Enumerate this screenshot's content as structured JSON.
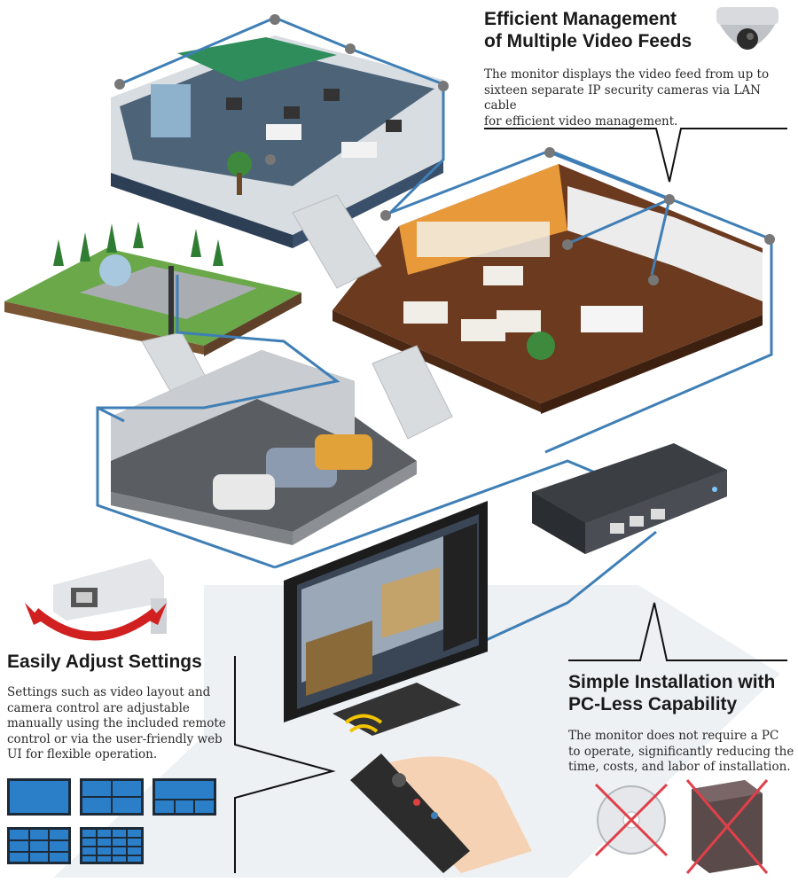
{
  "sections": {
    "video_feeds": {
      "heading_line1": "Efficient Management",
      "heading_line2": "of Multiple Video Feeds",
      "body_line1": "The monitor displays the video feed from up to",
      "body_line2": "sixteen separate IP security cameras via LAN cable",
      "body_line3": "for efficient video management."
    },
    "adjust_settings": {
      "heading": "Easily Adjust Settings",
      "body_line1": "Settings such as video layout and",
      "body_line2": "camera control are adjustable",
      "body_line3": "manually using the included remote",
      "body_line4": "control or via the user-friendly web",
      "body_line5": "UI for flexible operation."
    },
    "installation": {
      "heading_line1": "Simple Installation with",
      "heading_line2": "PC-Less Capability",
      "body_line1": "The monitor does not require a PC",
      "body_line2": "to operate, significantly reducing the",
      "body_line3": "time, costs, and labor of installation."
    }
  },
  "icons": [
    "dome-camera-icon",
    "bullet-camera-icon",
    "rotate-arrow-icon",
    "remote-control-icon",
    "disc-crossed-icon",
    "pc-tower-crossed-icon",
    "network-hub-icon",
    "monitor-icon"
  ],
  "colors": {
    "cable": "#3f7fb6",
    "cross": "#e0404a",
    "screen_layout": "#2b7fc9",
    "wood_floor": "#6b3a1f",
    "shelf_orange": "#e89a3a"
  }
}
